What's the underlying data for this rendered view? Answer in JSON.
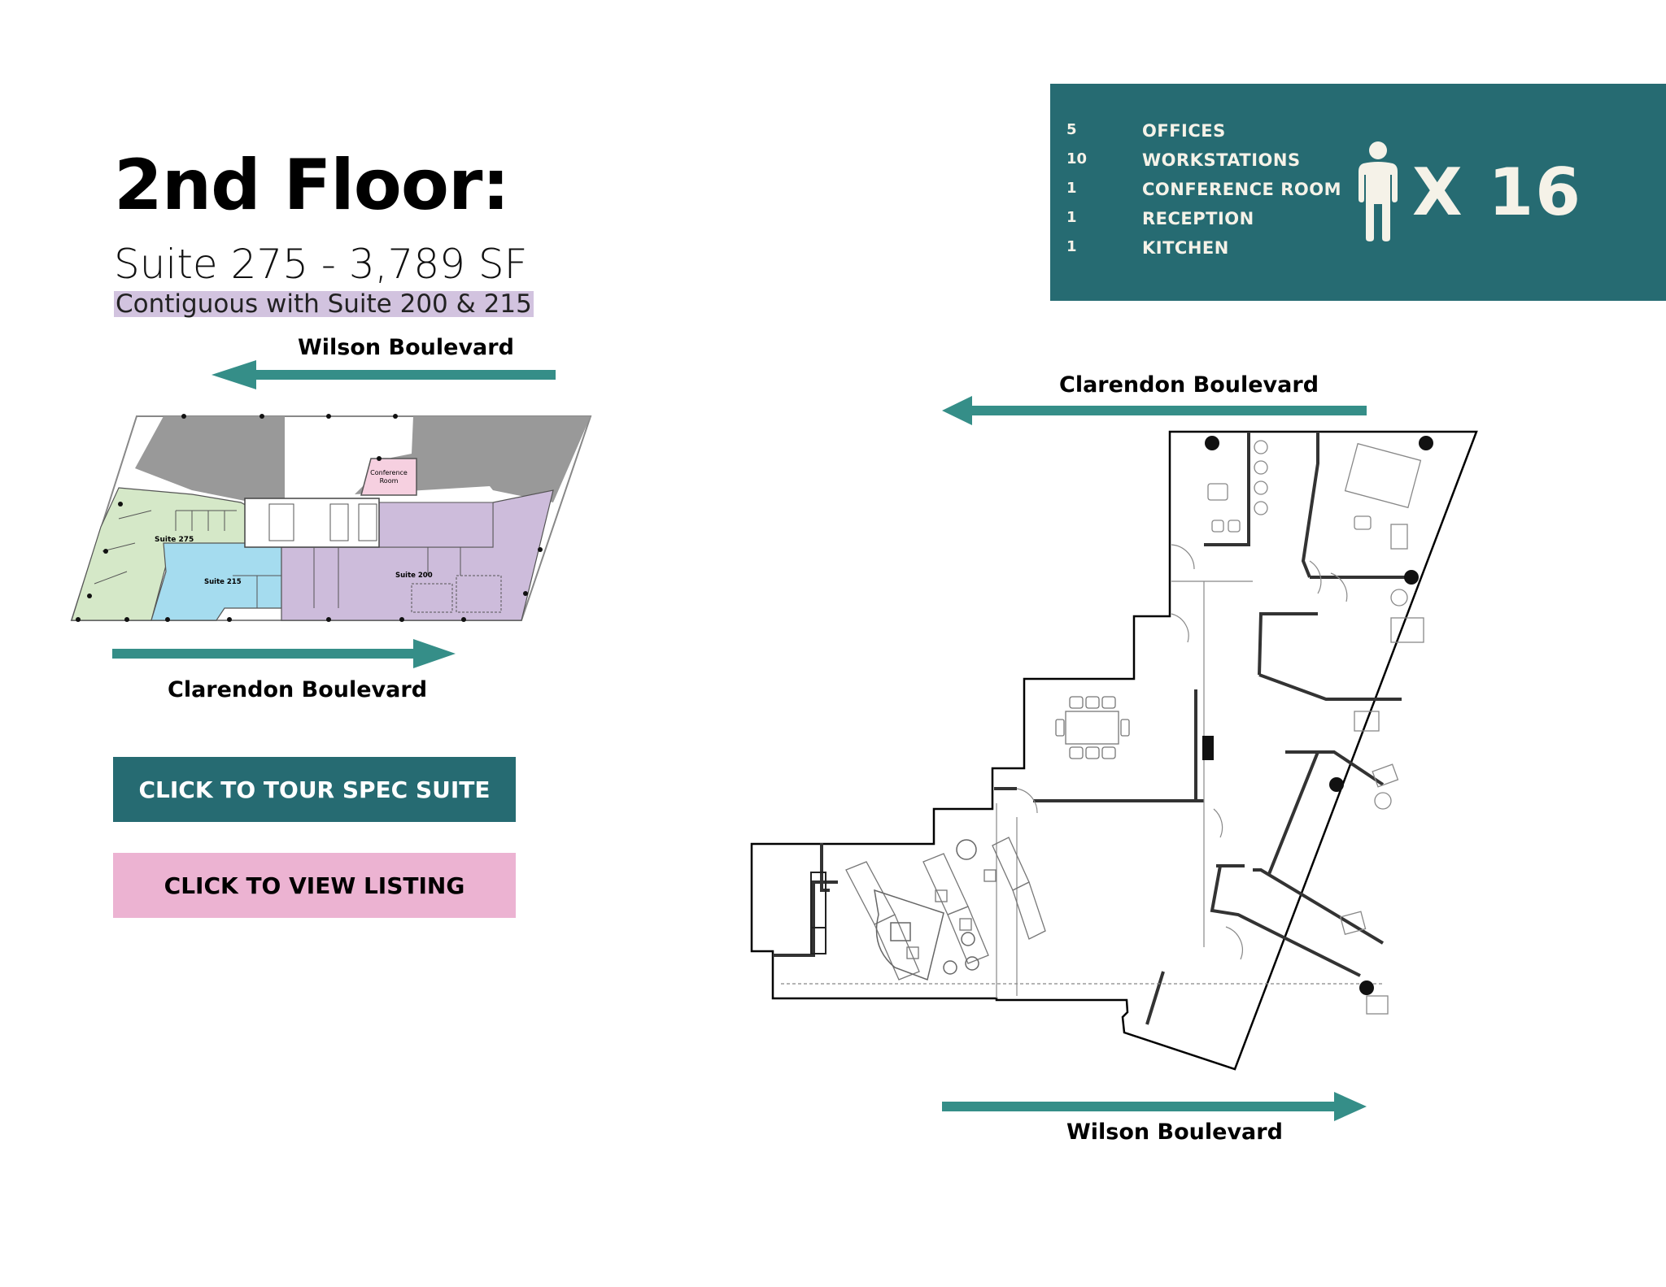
{
  "header": {
    "title": "2nd Floor:",
    "suite": "Suite 275 - 3,789 SF",
    "contiguous_note": "Contiguous with Suite 200 & 215"
  },
  "summary_panel": {
    "items": [
      {
        "count": "5",
        "label": "OFFICES"
      },
      {
        "count": "10",
        "label": "WORKSTATIONS"
      },
      {
        "count": "1",
        "label": "CONFERENCE ROOM"
      },
      {
        "count": "1",
        "label": "RECEPTION"
      },
      {
        "count": "1",
        "label": "KITCHEN"
      }
    ],
    "occupancy_icon": "person-icon",
    "occupancy": "X 16"
  },
  "overview_plan": {
    "top_street": "Wilson Boulevard",
    "bottom_street": "Clarendon Boulevard",
    "labels": {
      "suite_275": "Suite 275",
      "suite_215": "Suite 215",
      "suite_200": "Suite 200",
      "conference": "Conference",
      "room": "Room"
    }
  },
  "detail_plan": {
    "top_street": "Clarendon Boulevard",
    "bottom_street": "Wilson Boulevard"
  },
  "buttons": {
    "tour": "CLICK TO TOUR SPEC SUITE",
    "listing": "CLICK TO VIEW LISTING"
  },
  "colors": {
    "teal_dark": "#266b72",
    "teal_arrow": "#358e88",
    "pink_button": "#ecb3d2",
    "highlight_purple": "#d2c3df",
    "suite_275_green": "#d5e8c8",
    "suite_215_blue": "#a5dcef",
    "suite_200_purple": "#cdbcdb",
    "conference_pink": "#f6d0e0",
    "core_gray": "#999999"
  }
}
